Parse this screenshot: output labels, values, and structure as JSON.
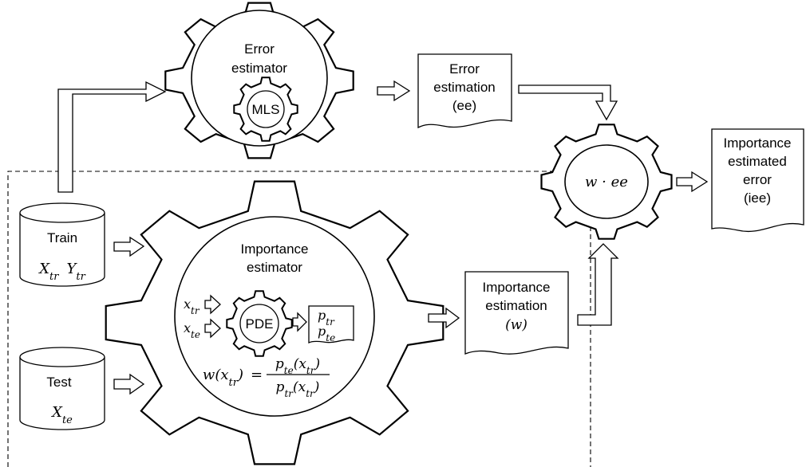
{
  "error_estimator": {
    "title_line1": "Error",
    "title_line2": "estimator",
    "inner": "MLS"
  },
  "error_estimation": {
    "line1": "Error",
    "line2": "estimation",
    "line3": "(ee)"
  },
  "product_gear": {
    "label": "w · ee"
  },
  "importance_estimated_error": {
    "line1": "Importance",
    "line2": "estimated",
    "line3": "error",
    "line4": "(iee)"
  },
  "train": {
    "label": "Train",
    "x": "X",
    "x_sub": "tr",
    "y": "Y",
    "y_sub": "tr"
  },
  "test": {
    "label": "Test",
    "x": "X",
    "x_sub": "te"
  },
  "importance_estimator": {
    "title_line1": "Importance",
    "title_line2": "estimator",
    "inner": "PDE",
    "in_tr": "x",
    "in_tr_sub": "tr",
    "in_te": "x",
    "in_te_sub": "te",
    "out_tr": "p",
    "out_tr_sub": "tr",
    "out_te": "p",
    "out_te_sub": "te",
    "formula": {
      "w": "w",
      "x": "x",
      "tr": "tr",
      "te": "te",
      "p": "p",
      "lp": "(",
      "rp": ")",
      "eq": "="
    }
  },
  "importance_estimation": {
    "line1": "Importance",
    "line2": "estimation",
    "line3": "(w)"
  }
}
